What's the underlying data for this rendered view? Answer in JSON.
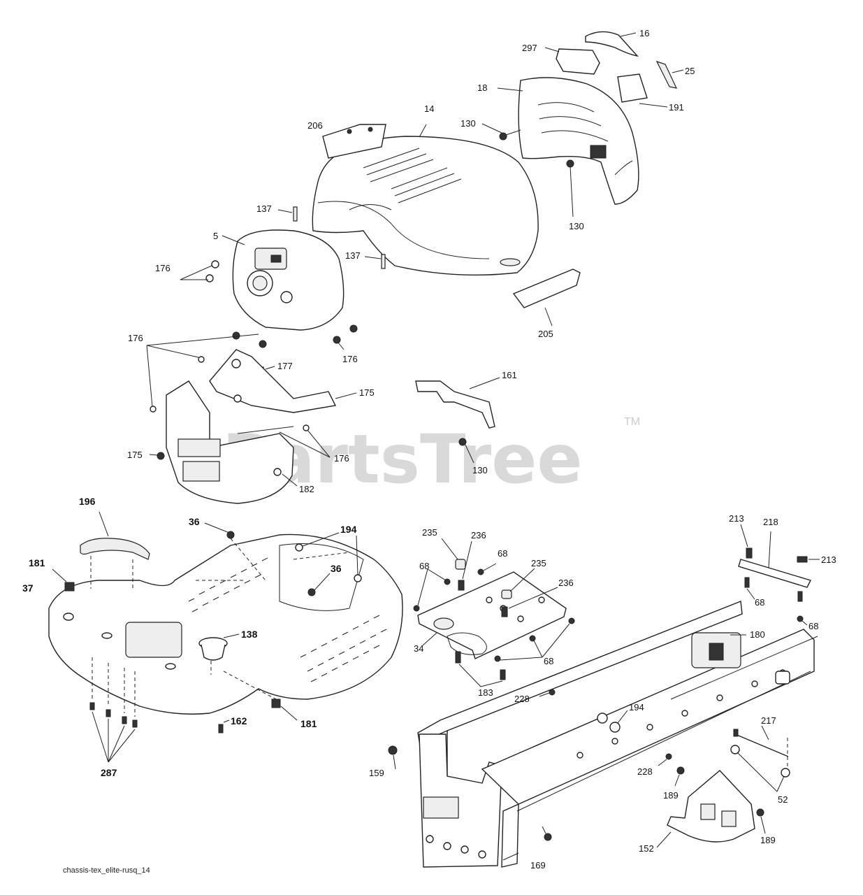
{
  "watermark": {
    "text": "PartsTree",
    "trademark": "TM"
  },
  "caption": "chassis-tex_elite-rusq_14",
  "callouts": {
    "c16": "16",
    "c297": "297",
    "c25": "25",
    "c18": "18",
    "c191": "191",
    "c206": "206",
    "c14": "14",
    "c130a": "130",
    "c130b": "130",
    "c137a": "137",
    "c5": "5",
    "c137b": "137",
    "c176a": "176",
    "c205": "205",
    "c176b": "176",
    "c176c": "176",
    "c177": "177",
    "c161": "161",
    "c175a": "175",
    "c175b": "175",
    "c176d": "176",
    "c130c": "130",
    "c182": "182",
    "c196": "196",
    "c36a": "36",
    "c194a": "194",
    "c181a": "181",
    "c37": "37",
    "c36b": "36",
    "c138": "138",
    "c162": "162",
    "c181b": "181",
    "c287": "287",
    "c235a": "235",
    "c236a": "236",
    "c68a": "68",
    "c68b": "68",
    "c235b": "235",
    "c236b": "236",
    "c34": "34",
    "c68c": "68",
    "c183": "183",
    "c228a": "228",
    "c194b": "194",
    "c213a": "213",
    "c218": "218",
    "c213b": "213",
    "c68d": "68",
    "c68e": "68",
    "c180": "180",
    "c217": "217",
    "c159": "159",
    "c228b": "228",
    "c52": "52",
    "c189a": "189",
    "c189b": "189",
    "c152": "152",
    "c169": "169"
  }
}
